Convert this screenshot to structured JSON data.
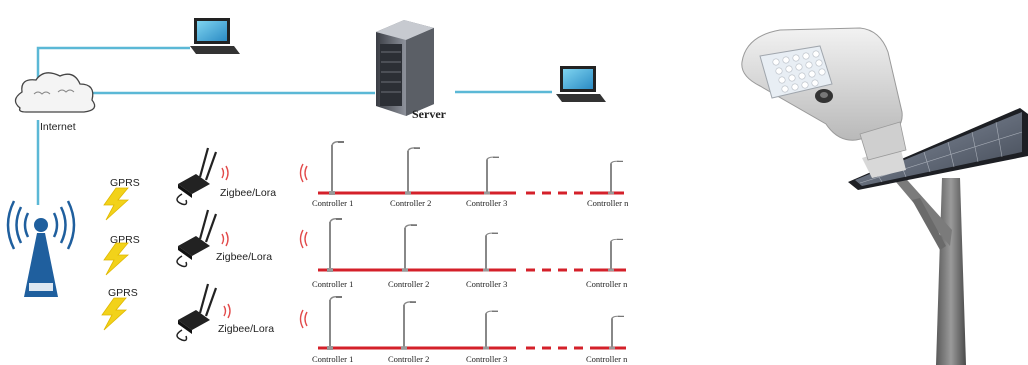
{
  "network": {
    "internet_label": "Internet",
    "server_label": "Server",
    "link_color": "#5bb8d6"
  },
  "gateways": [
    {
      "uplink_label": "GPRS",
      "radio_label": "Zigbee/Lora",
      "controllers": [
        "Controller 1",
        "Controller 2",
        "Controller 3",
        "Controller n"
      ]
    },
    {
      "uplink_label": "GPRS",
      "radio_label": "Zigbee/Lora",
      "controllers": [
        "Controller 1",
        "Controller 2",
        "Controller 3",
        "Controller n"
      ]
    },
    {
      "uplink_label": "GPRS",
      "radio_label": "Zigbee/Lora",
      "controllers": [
        "Controller 1",
        "Controller 2",
        "Controller 3",
        "Controller n"
      ]
    }
  ],
  "colors": {
    "bus_line": "#d4202a",
    "signal_waves": "#e24a4a",
    "lightning": "#f2d21a",
    "tower": "#1f5f9e"
  },
  "icons": {
    "cloud": "cloud-icon",
    "server": "server-icon",
    "laptop": "laptop-icon",
    "tower": "cell-tower-icon",
    "gateway": "gateway-icon",
    "lightning": "lightning-icon",
    "street_light": "street-light-icon",
    "solar_lamp": "solar-street-lamp-icon"
  }
}
